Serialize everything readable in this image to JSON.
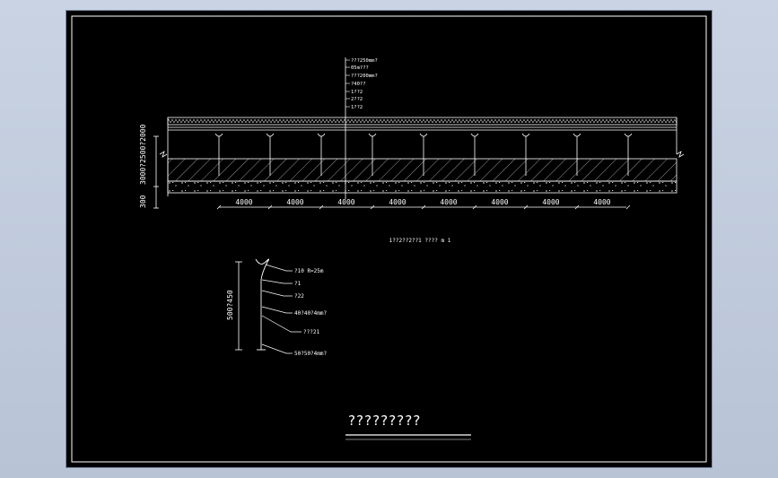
{
  "drawing": {
    "colors": {
      "background": "#000000",
      "linework": "#ffffff",
      "frame_outer": "#c9d3e3"
    },
    "layer_labels": [
      "???250mm?",
      "05m???",
      "???200mm?",
      "?40??",
      "1??2",
      "2??2",
      "1??2"
    ],
    "dimension_values": [
      "4000",
      "4000",
      "4000",
      "4000",
      "4000",
      "4000",
      "4000",
      "4000"
    ],
    "vertical_dims": {
      "main": "3000?2500?2000",
      "bottom": "300"
    },
    "section_caption": "1??2??2??1 ???? m 1",
    "detail_labels": [
      "?10 R=25m",
      "?1",
      "?22",
      "40?40?4mm?",
      "???21",
      "50?50?4mm?"
    ],
    "detail_vertical_dim": "500?450",
    "title": "?????????"
  }
}
